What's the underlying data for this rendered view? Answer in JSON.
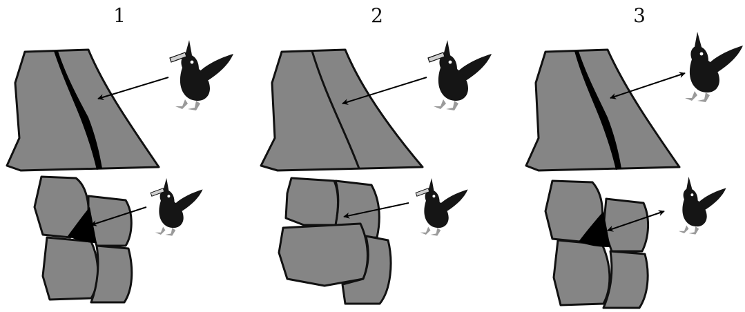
{
  "panels": [
    {
      "label": "1"
    },
    {
      "label": "2"
    },
    {
      "label": "3"
    }
  ],
  "colors": {
    "rock_fill": "#858585",
    "rock_stroke": "#111111",
    "crevice": "#000000",
    "bird_body": "#151515",
    "bird_feet": "#9a9a9a",
    "arrow": "#000000"
  }
}
